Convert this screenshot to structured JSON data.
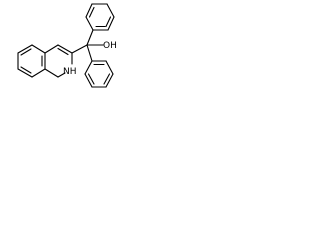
{
  "diagram": {
    "type": "chemical-structure",
    "atom_labels": {
      "hydroxyl": "OH",
      "ring_nitrogen": "NH"
    },
    "colors": {
      "background": "#ffffff",
      "ink": "#000000"
    }
  }
}
